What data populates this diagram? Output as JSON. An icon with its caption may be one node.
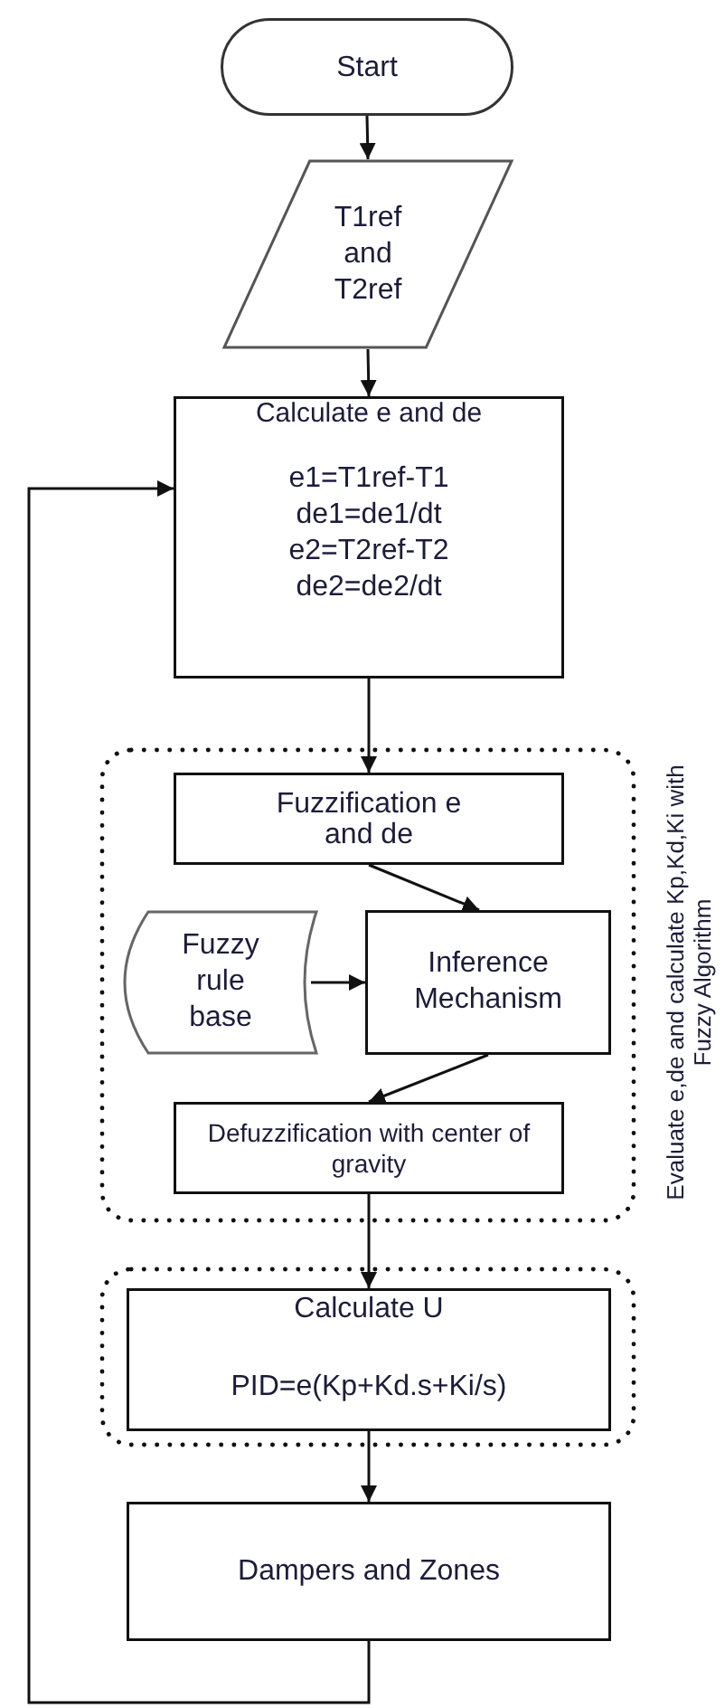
{
  "diagram": {
    "nodes": [
      {
        "text": [
          "Start"
        ]
      },
      {
        "text": [
          "T1ref and T2ref"
        ]
      },
      {
        "text": [
          "Calculate e and de",
          "e1=T1ref-T1 de1=de1/dt e2=T2ref-T2 de2=de2/dt"
        ]
      },
      {
        "text": [
          "Evaluate e,de and calculate Kp,Kd,Ki with Fuzzy Algorithm"
        ]
      },
      {
        "text": [
          "Fuzzification e and de"
        ],
        "in": 3
      },
      {
        "text": [
          "Fuzzy rule base"
        ],
        "in": 3
      },
      {
        "text": [
          "Inference Mechanism"
        ],
        "in": 3
      },
      {
        "text": [
          "Defuzzification with center of gravity"
        ],
        "in": 3
      },
      {
        "text": [],
        "shape": "box"
      },
      {
        "text": [
          "Calculate U",
          "PID=e(Kp+Kd.s+Ki/s)"
        ],
        "in": 8
      },
      {
        "text": [
          "Dampers and Zones"
        ]
      }
    ],
    "edges": [
      {
        "from": 0,
        "to": 1,
        "arrow": "to"
      },
      {
        "from": 1,
        "to": 2,
        "arrow": "to"
      },
      {
        "from": 2,
        "to": 4,
        "arrow": "to"
      },
      {
        "from": 4,
        "to": 6,
        "arrow": "to"
      },
      {
        "from": 5,
        "to": 6,
        "arrow": "to"
      },
      {
        "from": 6,
        "to": 7,
        "arrow": "to"
      },
      {
        "from": 7,
        "to": 9,
        "arrow": "to"
      },
      {
        "from": 9,
        "to": 10,
        "arrow": "to"
      },
      {
        "from": 10,
        "to": 2,
        "arrow": "to"
      }
    ]
  }
}
